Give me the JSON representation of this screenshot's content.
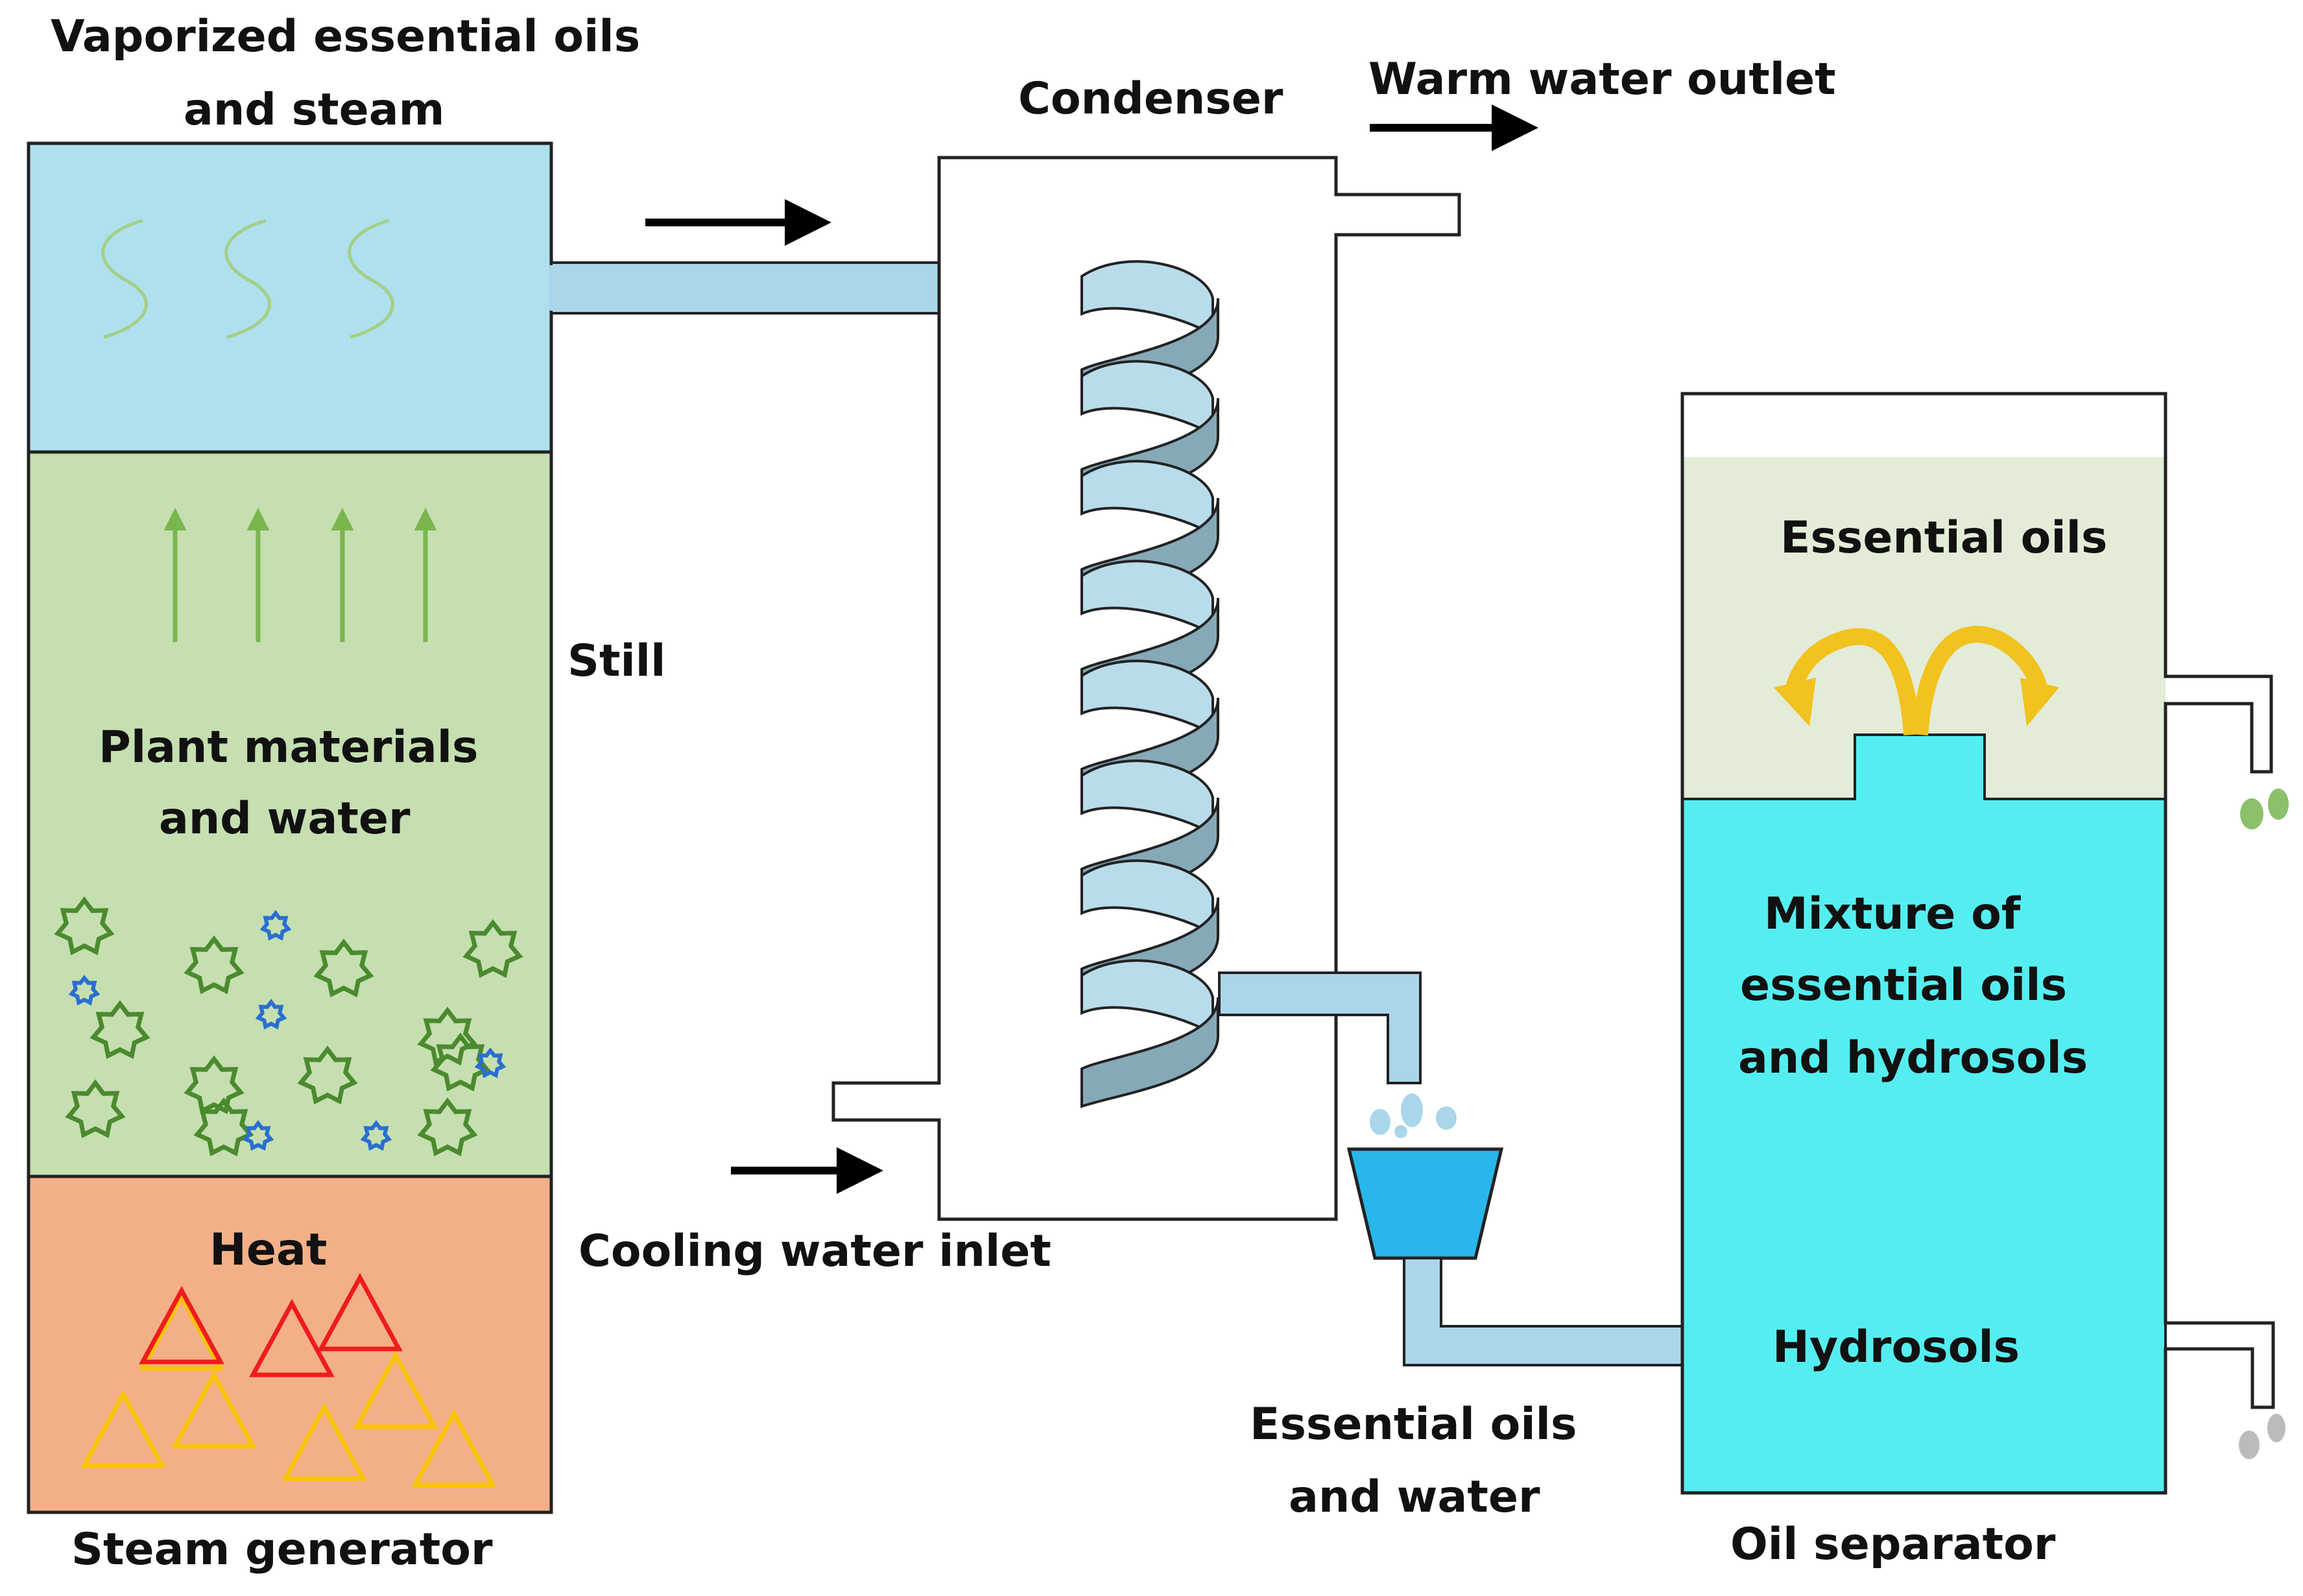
{
  "labels": {
    "vapor_line1": "Vaporized essential oils",
    "vapor_line2": "and steam",
    "condenser": "Condenser",
    "warm_outlet": "Warm water outlet",
    "still": "Still",
    "plant_line1": "Plant materials",
    "plant_line2": "and water",
    "heat": "Heat",
    "steam_generator": "Steam generator",
    "cooling_inlet": "Cooling water inlet",
    "eo_water_line1": "Essential oils",
    "eo_water_line2": "and water",
    "essential_oils": "Essential oils",
    "mixture_line1": "Mixture of",
    "mixture_line2": "essential oils",
    "mixture_line3": "and hydrosols",
    "hydrosols": "Hydrosols",
    "oil_separator": "Oil separator"
  },
  "colors": {
    "vapor_chamber": "#aee0ee",
    "plant_chamber": "#c5dfb0",
    "heat_chamber": "#f3b088",
    "pipe": "#a9d6ea",
    "coil": "#86a9b8",
    "separator_liquid": "#55eef0",
    "oil_layer": "#e2ecd7",
    "flame_red": "#ee1c1c",
    "flame_yellow": "#f8c400",
    "arrow_green": "#7ab64e",
    "oil_arrow": "#f2c21e"
  }
}
